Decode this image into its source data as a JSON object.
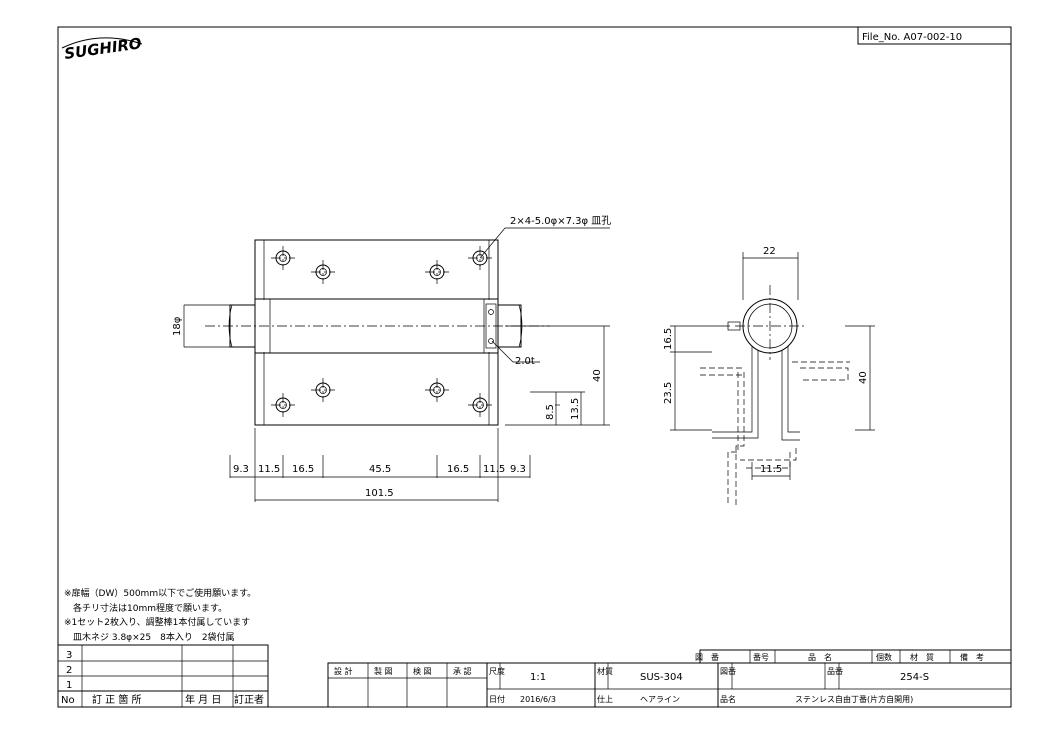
{
  "logo": {
    "text": "SUGHIRO"
  },
  "file_no": "File_No.  A07-002-10",
  "callouts": {
    "hole_spec": "2×4-5.0φ×7.3φ 皿孔",
    "thickness": "2.0t",
    "pin_dia": "18φ"
  },
  "dims_front": {
    "seg": [
      "9.3",
      "11.5",
      "16.5",
      "45.5",
      "16.5",
      "11.5",
      "9.3"
    ],
    "total": "101.5",
    "height": "40",
    "h1": "8.5",
    "h2": "13.5"
  },
  "dims_side": {
    "width": "22",
    "upper": "16.5",
    "lower": "23.5",
    "height": "40",
    "offset": "11.5"
  },
  "notes": [
    "※扉幅（DW）500mm以下でご使用願います。",
    "　各チリ寸法は10mm程度で願います。",
    "※1セット2枚入り、調整棒1本付属しています",
    "　皿木ネジ 3.8φ×25　8本入り　2袋付属"
  ],
  "revision": {
    "rows": [
      "3",
      "2",
      "1"
    ],
    "headers": [
      "No",
      "訂 正 箇 所",
      "年 月 日",
      "訂正者"
    ]
  },
  "title_block": {
    "roles": [
      "設 計",
      "製 図",
      "検 図",
      "承 認"
    ],
    "scale_label": "尺度",
    "scale": "1:1",
    "date_label": "日付",
    "date": "2016/6/3",
    "material_label": "材質",
    "material": "SUS-304",
    "finish_label": "仕上",
    "finish": "ヘアライン",
    "drawing_no_label": "図番",
    "part_no_label": "品番",
    "part_no": "254-S",
    "name_label": "品名",
    "name": "ステンレス自由丁番(片方自開用)",
    "parts_header": [
      "図　番",
      "番号",
      "品　名",
      "個数",
      "材　質",
      "備　考"
    ]
  }
}
